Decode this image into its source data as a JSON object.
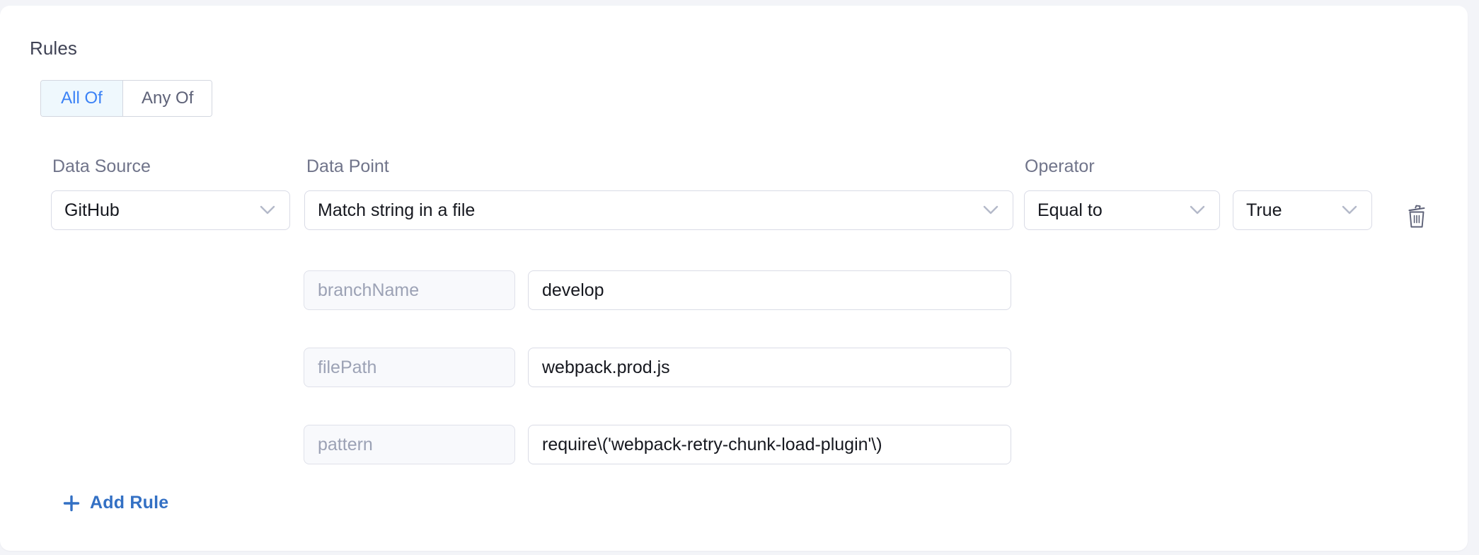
{
  "section": {
    "title": "Rules"
  },
  "match_mode": {
    "options": [
      {
        "label": "All Of",
        "active": true
      },
      {
        "label": "Any Of",
        "active": false
      }
    ]
  },
  "labels": {
    "data_source": "Data Source",
    "data_point": "Data Point",
    "operator": "Operator"
  },
  "rule": {
    "data_source": "GitHub",
    "data_point": "Match string in a file",
    "operator": "Equal to",
    "value": "True",
    "delete_icon": "trash-icon",
    "chevron_icon": "chevron-down-icon"
  },
  "params": [
    {
      "key": "branchName",
      "value": "develop"
    },
    {
      "key": "filePath",
      "value": "webpack.prod.js"
    },
    {
      "key": "pattern",
      "value": "require\\('webpack-retry-chunk-load-plugin'\\)"
    }
  ],
  "add_rule": {
    "label": "Add Rule",
    "icon": "plus-icon"
  },
  "colors": {
    "accent": "#3b82f6",
    "link": "#3370c4",
    "active_tab_bg": "#eff8fd",
    "label_text": "#70748a",
    "value_text": "#16181f",
    "placeholder_text": "#9ca2b5",
    "card_bg": "#ffffff",
    "page_bg": "#f3f4f8",
    "border": "#d9dbe6",
    "icon": "#5e6278"
  }
}
